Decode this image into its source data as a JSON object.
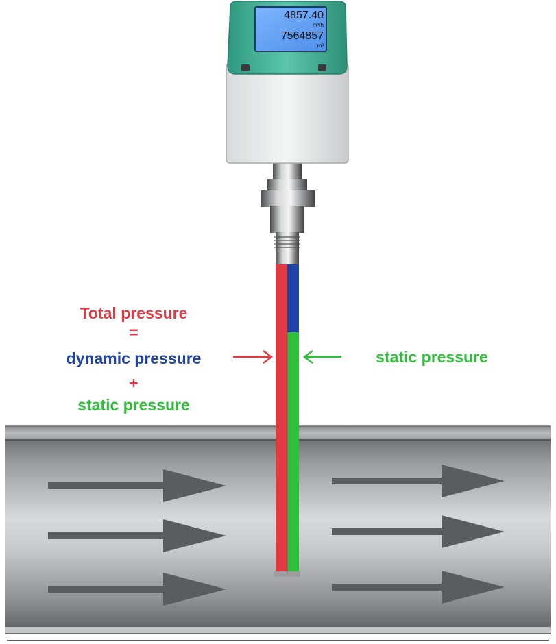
{
  "colors": {
    "total": "#e03a44",
    "dynamic": "#1f44a6",
    "static": "#2fbf3a",
    "housing_top": "#3fb093",
    "display": "#5aa0ff"
  },
  "display": {
    "line1_value": "4857.40",
    "line1_unit": "m³/h",
    "line2_value": "7564857",
    "line2_unit": "m³"
  },
  "labels": {
    "total": "Total pressure",
    "equals": "=",
    "dynamic": "dynamic pressure",
    "plus": "+",
    "static_left": "static pressure",
    "static_right": "static pressure"
  }
}
